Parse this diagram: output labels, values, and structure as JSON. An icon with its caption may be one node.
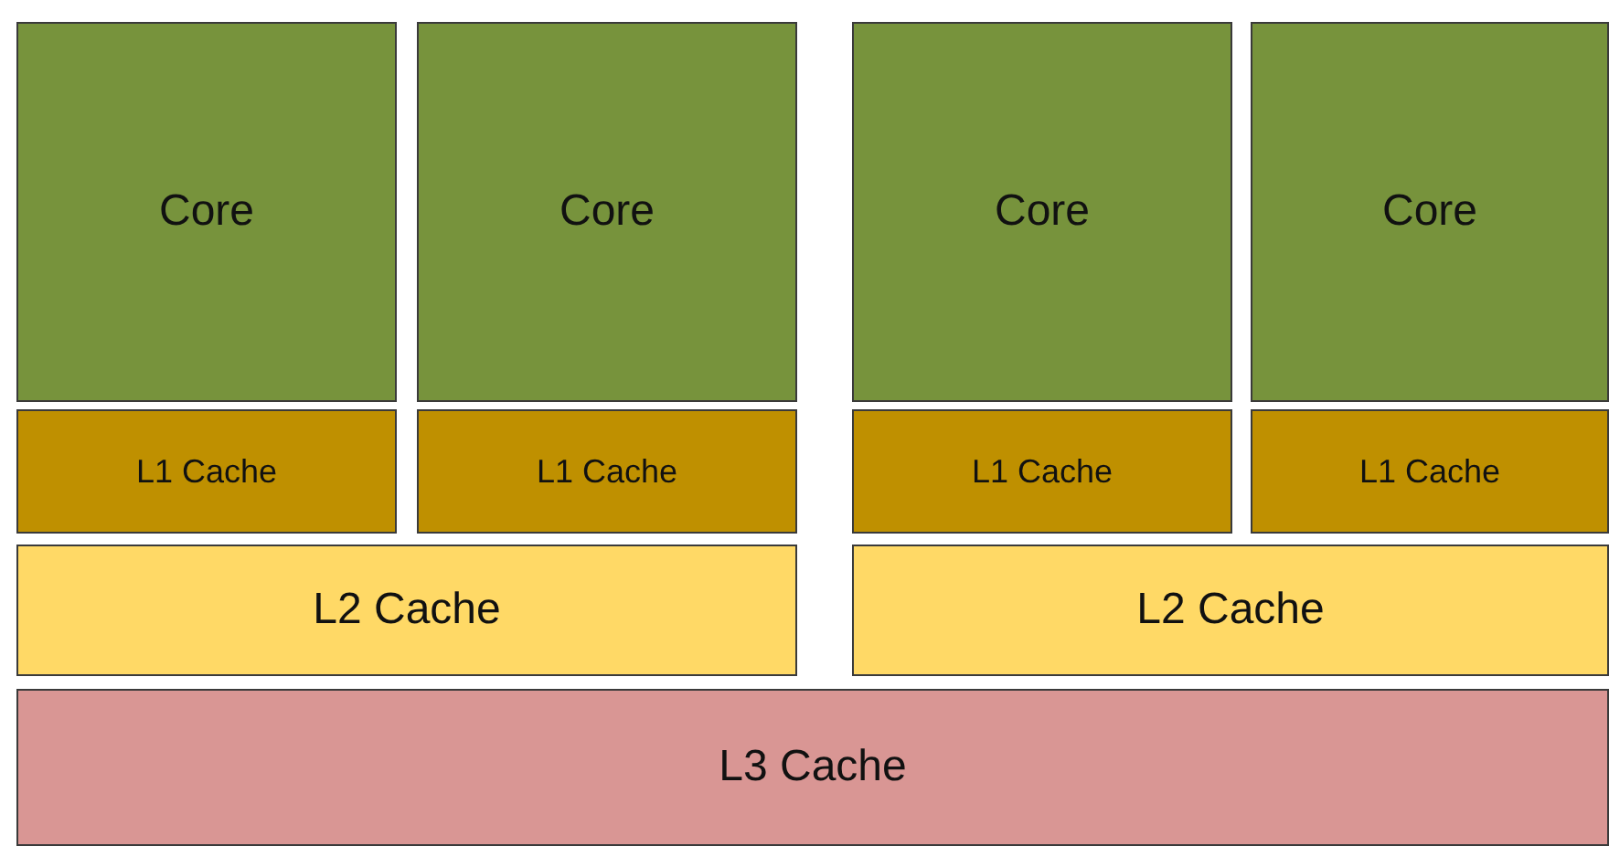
{
  "diagram": {
    "nodes": [
      {
        "text": [
          "Core"
        ]
      },
      {
        "text": [
          "Core"
        ]
      },
      {
        "text": [
          "Core"
        ]
      },
      {
        "text": [
          "Core"
        ]
      },
      {
        "text": [
          "L1 Cache"
        ]
      },
      {
        "text": [
          "L1 Cache"
        ]
      },
      {
        "text": [
          "L1 Cache"
        ]
      },
      {
        "text": [
          "L1 Cache"
        ]
      },
      {
        "text": [
          "L2 Cache"
        ]
      },
      {
        "text": [
          "L2 Cache"
        ]
      },
      {
        "text": [
          "L3 Cache"
        ]
      }
    ]
  }
}
